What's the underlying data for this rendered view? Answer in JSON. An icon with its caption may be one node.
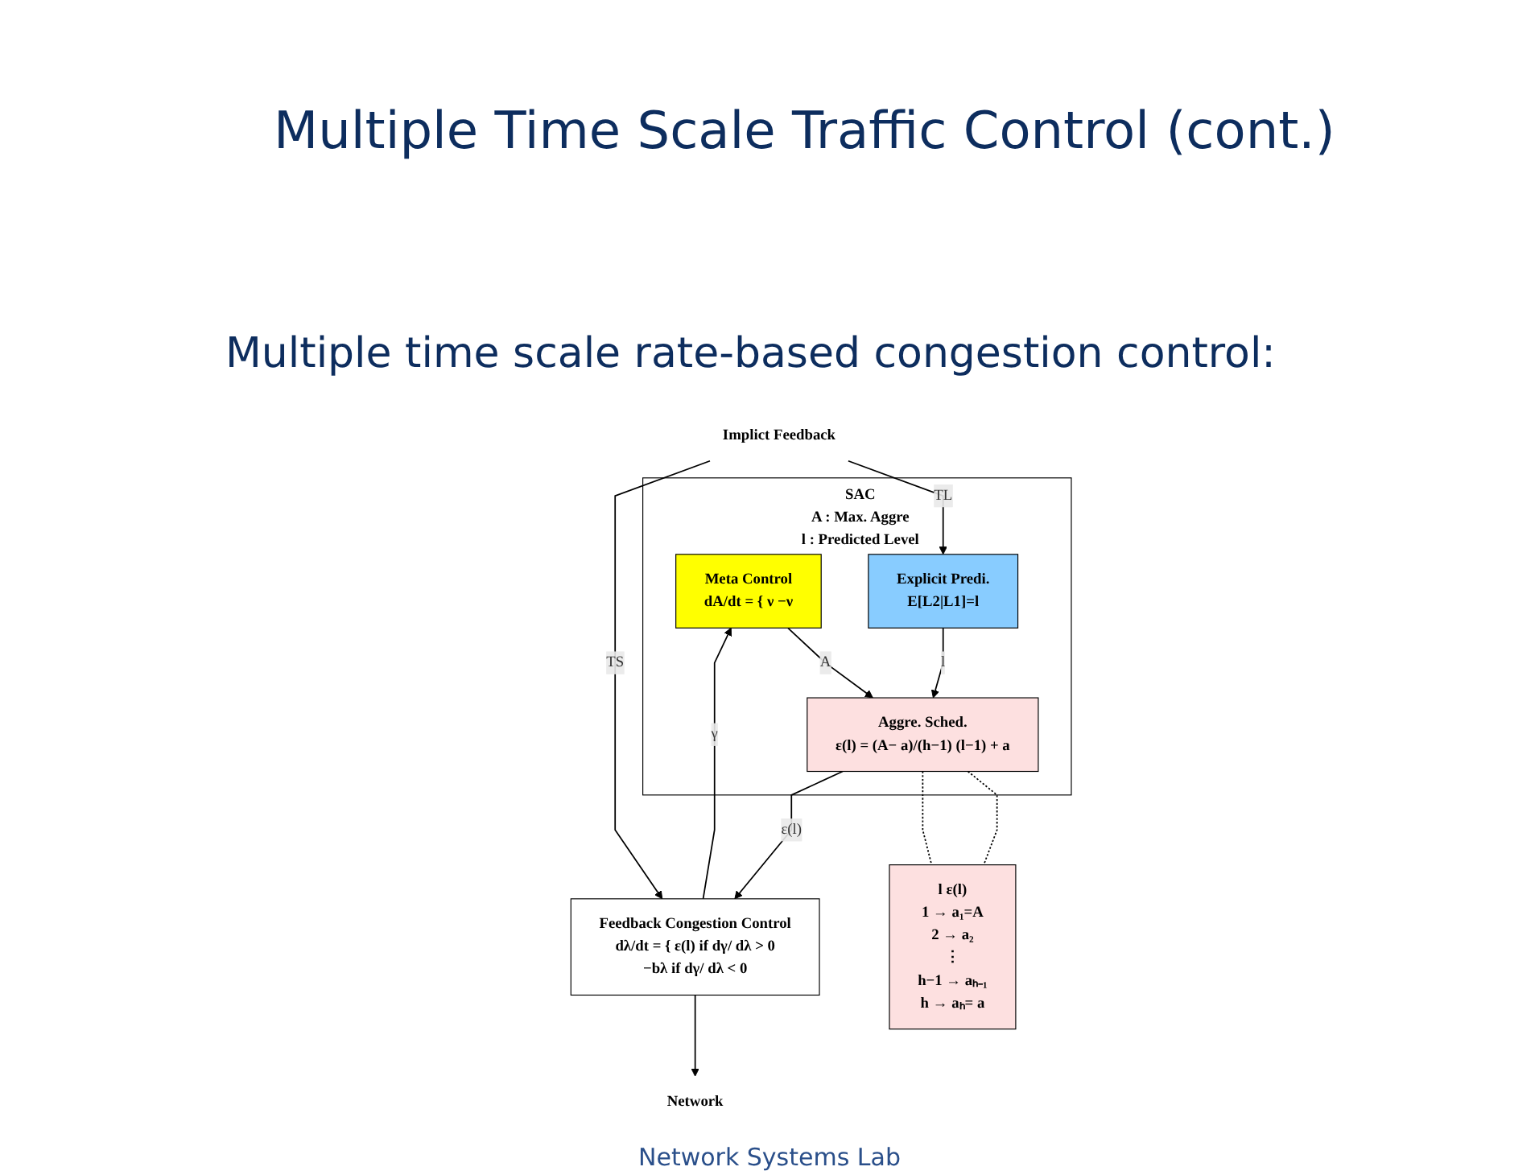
{
  "diagram": {
    "title": "Multiple Time Scale Traffic Control (cont.)",
    "nodes": [
      {
        "text": [
          "SAC",
          "A : Max. Aggre",
          "l : Predicted Level"
        ]
      },
      {
        "text": [
          "Meta Control",
          "dA/dt = { ν −ν"
        ],
        "in": 0
      },
      {
        "text": [
          "Explicit Predi.",
          "E[L2|L1]=l"
        ],
        "in": 0
      },
      {
        "text": [
          "Aggre. Sched.",
          "ε(l) = (A− a)/(h−1) (l−1) + a"
        ],
        "in": 0
      },
      {
        "text": [
          "l ε(l)",
          "1 → a₁=A",
          "2 → a₂",
          "⋮",
          "h−1 → aₕ₋₁",
          "h → aₕ= a"
        ]
      },
      {
        "text": [
          "Feedback Congestion Control",
          "dλ/dt = { ε(l) if dγ/ dλ > 0",
          "−bλ if dγ/ dλ < 0"
        ]
      },
      {
        "text": [
          "Network"
        ]
      },
      {
        "text": [
          "Implict Feedback"
        ]
      }
    ],
    "edges": [
      {
        "from": 7,
        "to": 2,
        "arrow": "to",
        "label": "TL"
      },
      {
        "from": 7,
        "to": 5,
        "arrow": "to",
        "label": "TS"
      },
      {
        "from": 1,
        "to": 3,
        "arrow": "to",
        "label": "A"
      },
      {
        "from": 2,
        "to": 3,
        "arrow": "to",
        "label": "l"
      },
      {
        "from": 3,
        "to": 4,
        "arrow": "none",
        "style": "dashed"
      },
      {
        "from": 3,
        "to": 4,
        "arrow": "none",
        "style": "dashed"
      },
      {
        "from": 3,
        "to": 5,
        "arrow": "to",
        "label": "ε(l)"
      },
      {
        "from": 5,
        "to": 1,
        "arrow": "to",
        "label": "γ"
      },
      {
        "from": 5,
        "to": 6,
        "arrow": "to"
      }
    ],
    "labels": [
      "Multiple time scale rate-based congestion control:",
      "Network Systems Lab"
    ]
  }
}
